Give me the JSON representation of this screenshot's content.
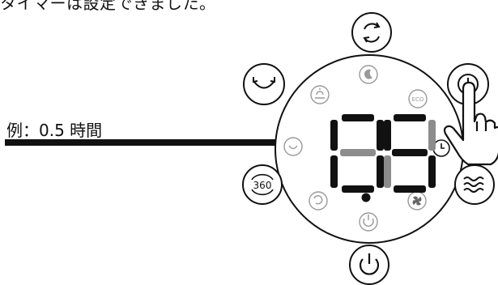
{
  "header": {
    "text": "タイマーは設定できました。"
  },
  "example": {
    "label": "例：0.5 時間"
  },
  "display": {
    "digits": "0.5"
  },
  "outer_buttons": [
    {
      "name": "swing-button",
      "icon": "cycle-arrows-icon"
    },
    {
      "name": "fan-wave-button",
      "icon": "curved-arrow-icon"
    },
    {
      "name": "timer-button",
      "icon": "clock-icon"
    },
    {
      "name": "mode-360-button",
      "icon": "rotate-360-icon",
      "text": "360"
    },
    {
      "name": "wind-button",
      "icon": "wind-waves-icon"
    },
    {
      "name": "power-button",
      "icon": "power-icon"
    }
  ],
  "inner_icons": {
    "eco_text": "ECO"
  },
  "colors": {
    "stroke": "#111111",
    "dim": "#9a9a9a",
    "segment_off": "#8c8c8c"
  }
}
